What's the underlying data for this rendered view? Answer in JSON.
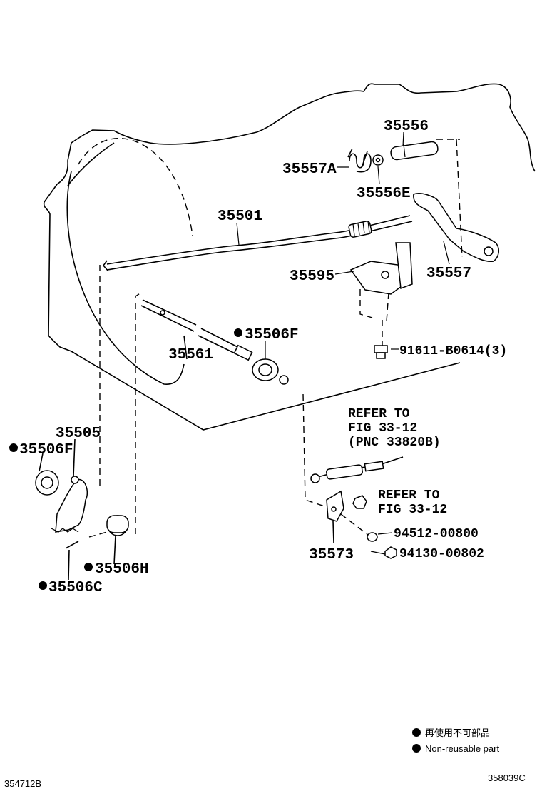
{
  "parts": {
    "p35556": "35556",
    "p35557A": "35557A",
    "p35556E": "35556E",
    "p35501": "35501",
    "p35557": "35557",
    "p35595": "35595",
    "p35506F_top": "35506F",
    "p91611": "91611-B0614(3)",
    "p35561": "35561",
    "p35505": "35505",
    "p35506F_left": "35506F",
    "p35506H": "35506H",
    "p35506C": "35506C",
    "p35573": "35573",
    "p94512": "94512-00800",
    "p94130": "94130-00802"
  },
  "refs": {
    "ref1_line1": "REFER TO",
    "ref1_line2": "FIG 33-12",
    "ref1_line3": "(PNC 33820B)",
    "ref2_line1": "REFER TO",
    "ref2_line2": "FIG 33-12"
  },
  "legend": {
    "jp": "再使用不可部品",
    "en": "Non-reusable part"
  },
  "footer": {
    "left_code": "354712B",
    "right_code": "358039C"
  },
  "colors": {
    "ink": "#000000",
    "paper": "#ffffff"
  }
}
